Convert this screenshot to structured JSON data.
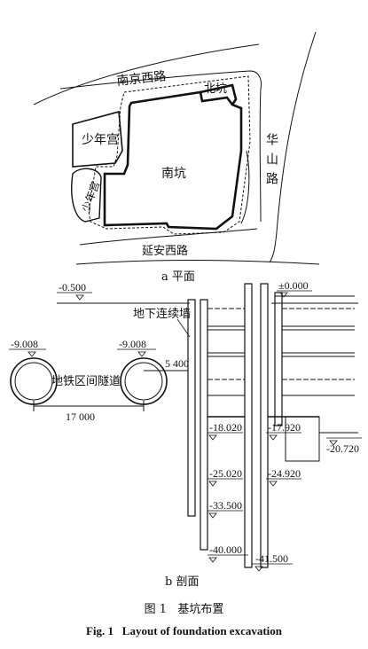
{
  "plan": {
    "streets": {
      "nanjing": "南京西路",
      "yanan": "延安西路",
      "huashan": "华山路"
    },
    "buildings": {
      "north_pit": "北坑",
      "south_pit": "南坑",
      "youth_palace": "少年宫",
      "youth_palace_small": "少年宫"
    },
    "subtitle": "a 平面"
  },
  "section": {
    "subtitle": "b 剖面",
    "wall_label": "地下连续墙",
    "tunnel_label": "地铁区间隧道",
    "elevations": {
      "ground_left": "-0.500",
      "ground_right": "±0.000",
      "tunnel_left": "-9.008",
      "tunnel_right": "-9.008",
      "e_18020": "-18.020",
      "e_17920": "-17.920",
      "e_20720": "-20.720",
      "e_25020": "-25.020",
      "e_24920": "-24.920",
      "e_33500": "-33.500",
      "e_40000": "-40.000",
      "e_41500": "-41.500"
    },
    "dims": {
      "tunnel_spacing": "17 000",
      "wall_offset": "5 400"
    }
  },
  "caption": {
    "cn_label": "图 1",
    "cn_text": "基坑布置",
    "en_label": "Fig. 1",
    "en_text": "Layout of foundation excavation"
  }
}
